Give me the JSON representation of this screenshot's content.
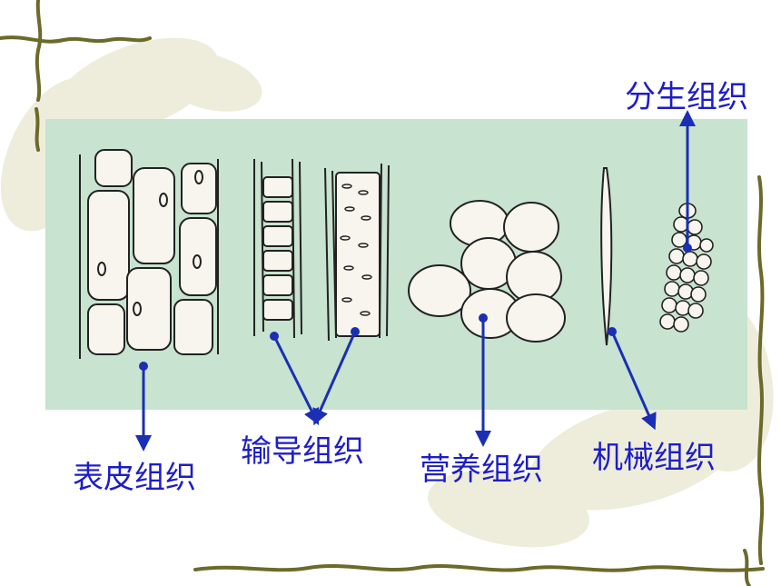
{
  "labels": {
    "meristematic": "分生组织",
    "epidermal": "表皮组织",
    "conductive": "输导组织",
    "nutritive": "营养组织",
    "mechanical": "机械组织"
  },
  "colors": {
    "arrow": "#1a2fb4",
    "label_text": "#1d1dc8",
    "panel": "#c8e3cf",
    "vine": "#6b6a2a",
    "leaf_shadow": "#e8e6d2"
  }
}
